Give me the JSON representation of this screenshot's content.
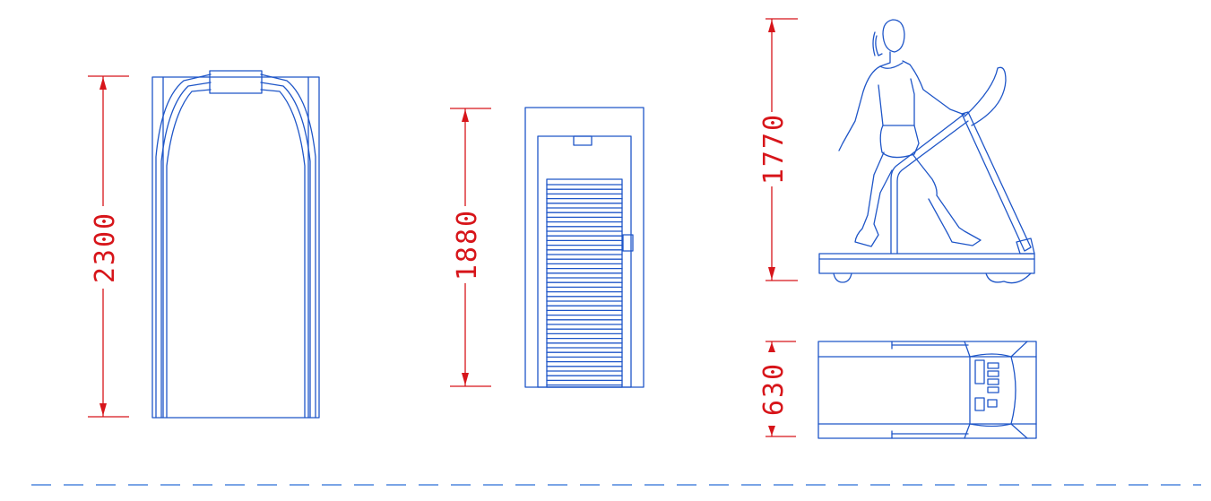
{
  "colors": {
    "object_stroke": "#1f56c8",
    "dimension": "#d7151a",
    "baseline_dash": "#2b6fd6",
    "background": "#ffffff"
  },
  "dimensions": {
    "front_height": "2300",
    "back_height": "1880",
    "side_height": "1770",
    "top_width": "630"
  }
}
